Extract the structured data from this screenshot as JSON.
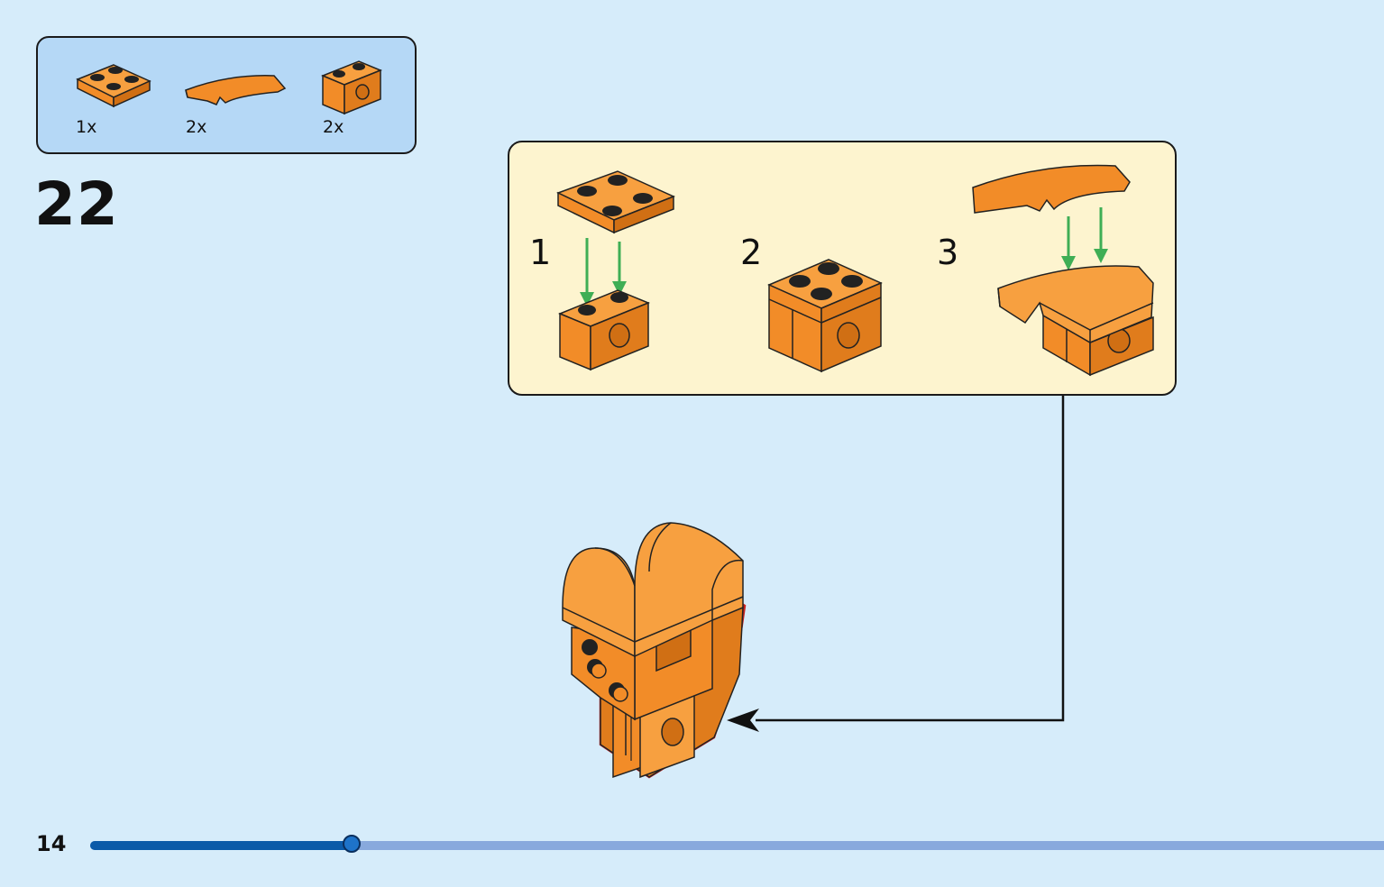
{
  "page": {
    "number": "14"
  },
  "parts_list": [
    {
      "icon": "plate-2x2-icon",
      "qty": "1x"
    },
    {
      "icon": "curved-slope-icon",
      "qty": "2x"
    },
    {
      "icon": "technic-brick-icon",
      "qty": "2x"
    }
  ],
  "step": {
    "number": "22"
  },
  "substeps": [
    "1",
    "2",
    "3"
  ],
  "progress": {
    "fraction": 0.2021
  },
  "colors": {
    "brick": "#f28c28",
    "brick_light": "#f7a040",
    "brick_dark": "#d06f14",
    "arrow": "#3fae55",
    "highlight": "#c9231f"
  }
}
